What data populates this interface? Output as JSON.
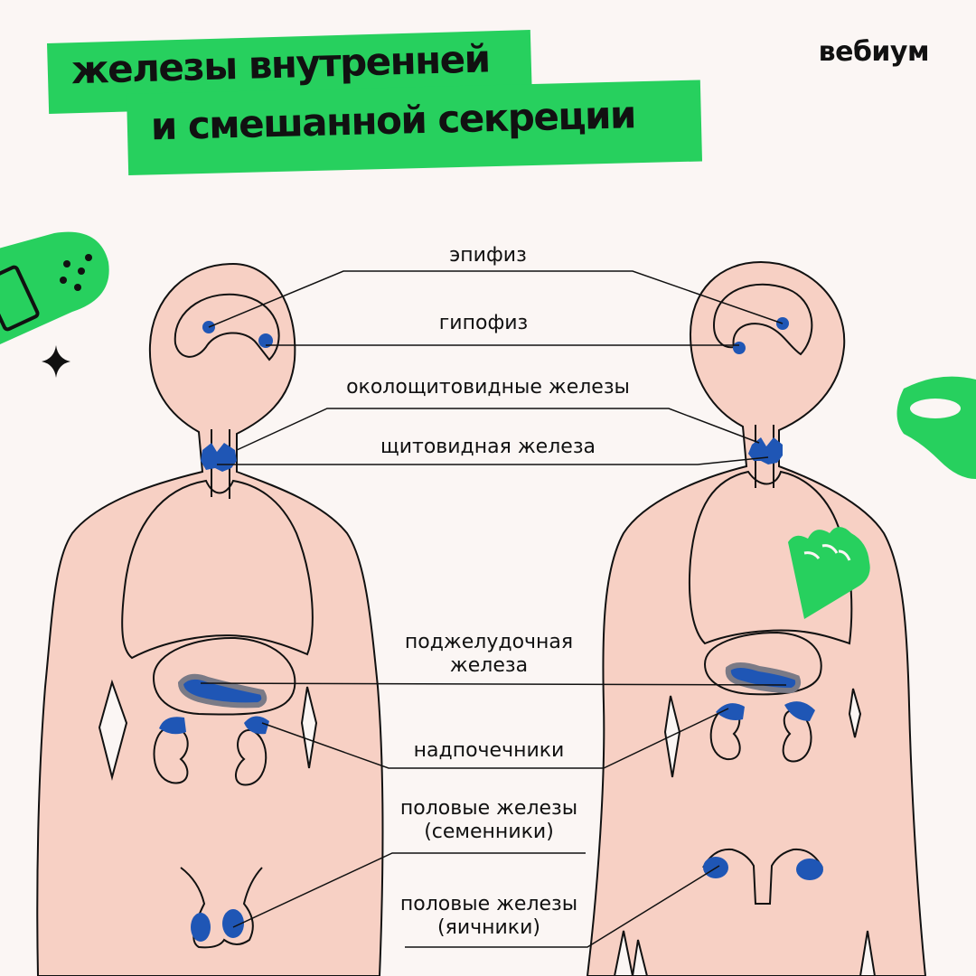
{
  "header": {
    "title_line1": "железы внутренней",
    "title_line2": "и смешанной секреции",
    "brand": "вебиум"
  },
  "labels": {
    "pineal": "эпифиз",
    "pituitary": "гипофиз",
    "parathyroid": "околощитовидные железы",
    "thyroid": "щитовидная железа",
    "pancreas_line1": "поджелудочная",
    "pancreas_line2": "железа",
    "adrenal": "надпочечники",
    "testes_line1": "половые железы",
    "testes_line2": "(семенники)",
    "ovaries_line1": "половые железы",
    "ovaries_line2": "(яичники)"
  },
  "colors": {
    "accent_green": "#27d05e",
    "skin": "#f7d0c4",
    "gland_blue": "#1f56b5",
    "outline": "#111111",
    "background": "#fbf6f4"
  },
  "icons": [
    "bandage-icon",
    "sparkle-icon",
    "pacifier-icon",
    "scallop-shape-icon"
  ]
}
